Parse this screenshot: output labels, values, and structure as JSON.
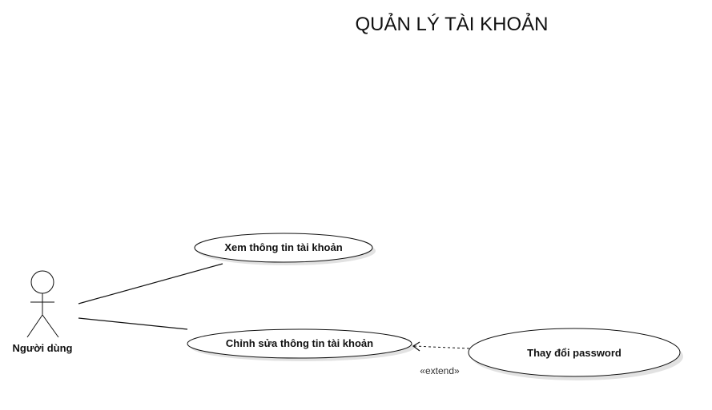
{
  "diagram": {
    "title": "QUẢN LÝ TÀI KHOẢN",
    "actor": {
      "label": "Người dùng"
    },
    "use_cases": {
      "view_account": "Xem thông tin tài khoản",
      "edit_account": "Chỉnh sửa thông tin tài khoản",
      "change_password": "Thay đổi password"
    },
    "relationships": {
      "extend_label": "«extend»"
    },
    "colors": {
      "line": "#111111",
      "background": "#ffffff",
      "shadow": "#cfcfcf"
    }
  }
}
